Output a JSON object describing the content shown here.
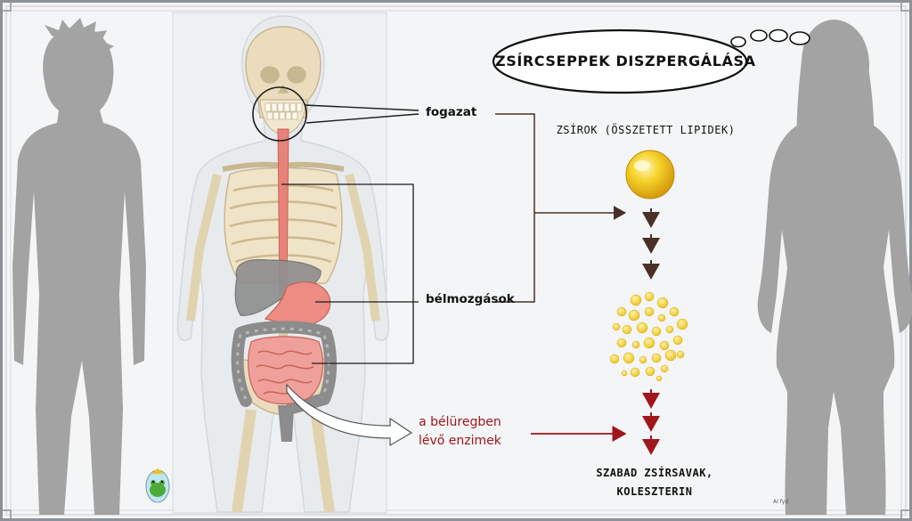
{
  "thought_bubble": {
    "title": "ZSÍRCSEPPEK DISZPERGÁLÁSA"
  },
  "labels": {
    "teeth": "fogazat",
    "peristalsis": "bélmozgások",
    "enzymes_line1": "a bélüregben",
    "enzymes_line2": "lévő enzimek"
  },
  "process": {
    "input": "ZSÍROK (ÖSSZETETT LIPIDEK)",
    "output_line1": "SZABAD ZSÍRSAVAK,",
    "output_line2": "KOLESZTERIN"
  },
  "credit": "AI fyd",
  "colors": {
    "background": "#f4f5f6",
    "silhouette": "#a3a3a3",
    "bone": "#eadcbc",
    "esophagus": "#e8837a",
    "liver": "#8f8f8f",
    "intestine": "#f0a09a",
    "enzyme_text": "#a0161c",
    "arrow_brown": "#4a3026",
    "arrow_red": "#a0161c",
    "fat_drop": "#f2c81c"
  }
}
